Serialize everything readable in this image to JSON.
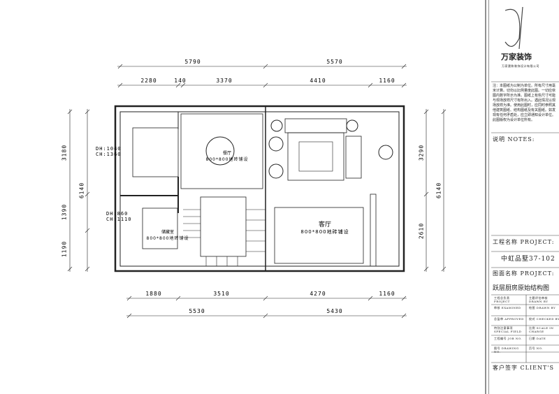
{
  "plan": {
    "top_overall": [
      "5790",
      "5570"
    ],
    "top_detail": [
      "2280",
      "140",
      "3370",
      "4410",
      "1160"
    ],
    "bottom_detail": [
      "1880",
      "3510",
      "4270",
      "1160"
    ],
    "bottom_overall": [
      "5530",
      "5430"
    ],
    "left_detail": [
      "3180",
      "1390",
      "1190"
    ],
    "left_overall": "6140",
    "right_detail": [
      "3290",
      "2610"
    ],
    "right_overall": "6140",
    "window1": [
      "DH:1040",
      "CH:1360"
    ],
    "window2": [
      "DH:860",
      "CH:1110"
    ],
    "dining": {
      "name": "餐厅",
      "floor": "800*800地砖铺设"
    },
    "storage": {
      "name": "储藏室",
      "floor": "800*800地砖铺设"
    },
    "living": {
      "name": "客厅",
      "floor": "800*800地砖铺设"
    }
  },
  "title_block": {
    "company_logo": "万家装饰",
    "company_sub": "万家晟和装饰设计有限公司",
    "note": "注：本图纸为公制为单位。所有尺寸用毫米计算。切勿以比例量度此图。一切应依图内数字所示为准。图纸上有些尺寸可能与现场放样尺寸有所出入。遇此情况以现场放样为准。使用此图时，应同时参照其他建筑图纸、结构图纸及有关图纸。如发现有任何矛盾处，应立即通知设计单位。此图版权为设计单位所有。",
    "notes_label": "说明   NOTES:",
    "project_label": "工程名称 PROJECT:",
    "project_value": "中虹品墅37-102",
    "drawing_label": "图面名称 PROJECT:",
    "drawing_value": "跃层厨房原始结构图",
    "rows": [
      [
        "工程总负责 PROJECT",
        "主题评估审核 DRAWN BY"
      ],
      [
        "审核 EXAMINED",
        "绘图 DRAWN BY"
      ],
      [
        "总监审 APPROVED",
        "校对 CHECKED BY"
      ],
      [
        "特别注意事项 SPECIAL FIELD",
        "比例 SCALE IN CHARGE"
      ],
      [
        "工程编号 JOB NO.",
        "日期 DATE"
      ],
      [
        "图号 DRAWING NO.",
        "页号 NO."
      ]
    ],
    "client_label": "客户签字 CLIENT'S"
  }
}
